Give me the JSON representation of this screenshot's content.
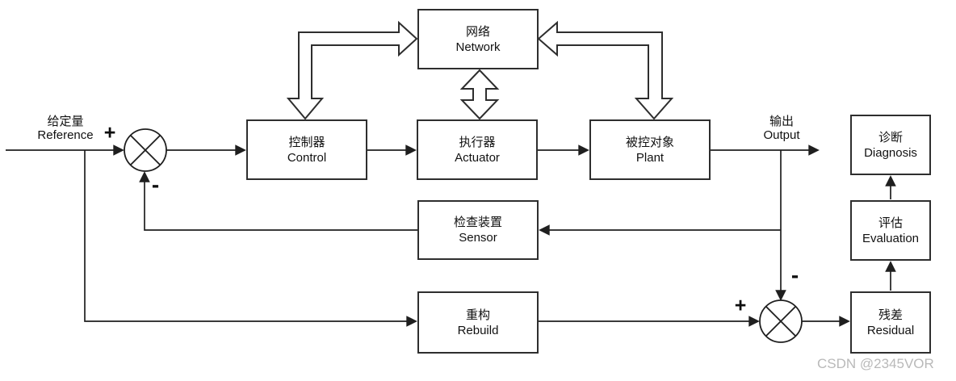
{
  "diagram": {
    "blocks": {
      "network": {
        "zh": "网络",
        "en": "Network"
      },
      "control": {
        "zh": "控制器",
        "en": "Control"
      },
      "actuator": {
        "zh": "执行器",
        "en": "Actuator"
      },
      "plant": {
        "zh": "被控对象",
        "en": "Plant"
      },
      "sensor": {
        "zh": "检查装置",
        "en": "Sensor"
      },
      "rebuild": {
        "zh": "重构",
        "en": "Rebuild"
      },
      "diagnosis": {
        "zh": "诊断",
        "en": "Diagnosis"
      },
      "evaluation": {
        "zh": "评估",
        "en": "Evaluation"
      },
      "residual": {
        "zh": "残差",
        "en": "Residual"
      }
    },
    "labels": {
      "reference": {
        "zh": "给定量",
        "en": "Reference"
      },
      "output": {
        "zh": "输出",
        "en": "Output"
      }
    },
    "signs": {
      "reference_plus": "+",
      "feedback_minus": "-",
      "rebuild_plus": "+",
      "output_minus": "-"
    },
    "watermark": "CSDN @2345VOR",
    "colors": {
      "line": "#1f1f1f",
      "box_border": "#2e2e2e",
      "watermark": "#b9b9b9",
      "background": "#ffffff"
    }
  }
}
